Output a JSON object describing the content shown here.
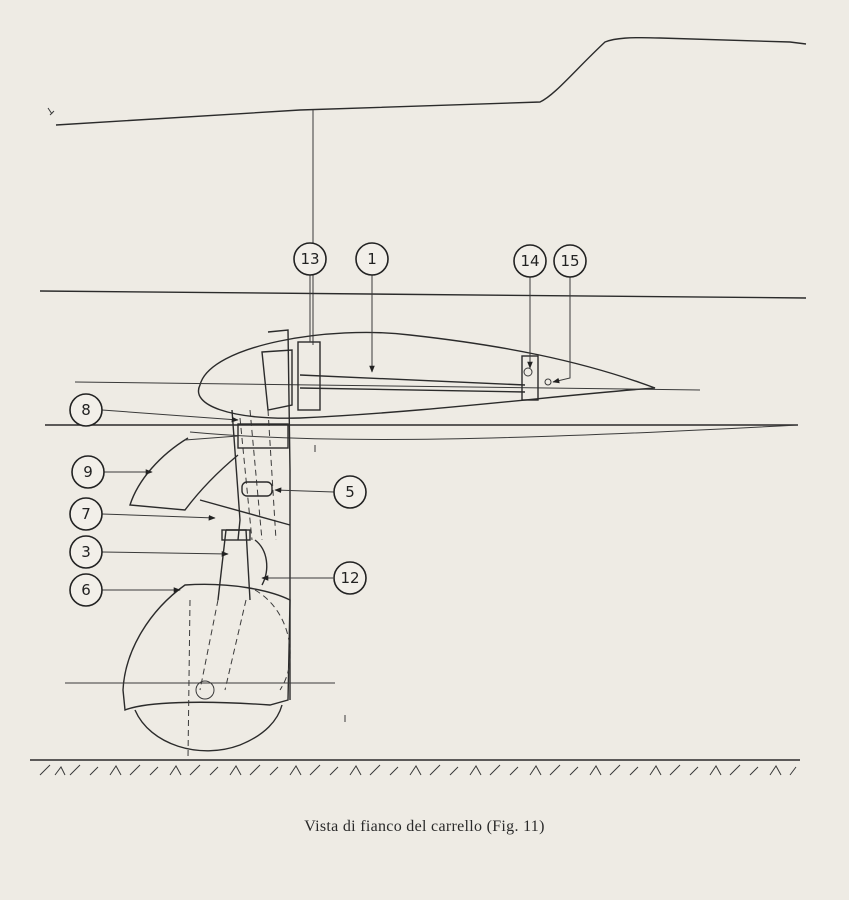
{
  "caption": "Vista di fianco del carrello (Fig. 11)",
  "callouts": [
    {
      "id": "c13",
      "label": "13"
    },
    {
      "id": "c1",
      "label": "1"
    },
    {
      "id": "c14",
      "label": "14"
    },
    {
      "id": "c15",
      "label": "15"
    },
    {
      "id": "c8",
      "label": "8"
    },
    {
      "id": "c9",
      "label": "9"
    },
    {
      "id": "c5",
      "label": "5"
    },
    {
      "id": "c7",
      "label": "7"
    },
    {
      "id": "c3",
      "label": "3"
    },
    {
      "id": "c12",
      "label": "12"
    },
    {
      "id": "c6",
      "label": "6"
    }
  ]
}
